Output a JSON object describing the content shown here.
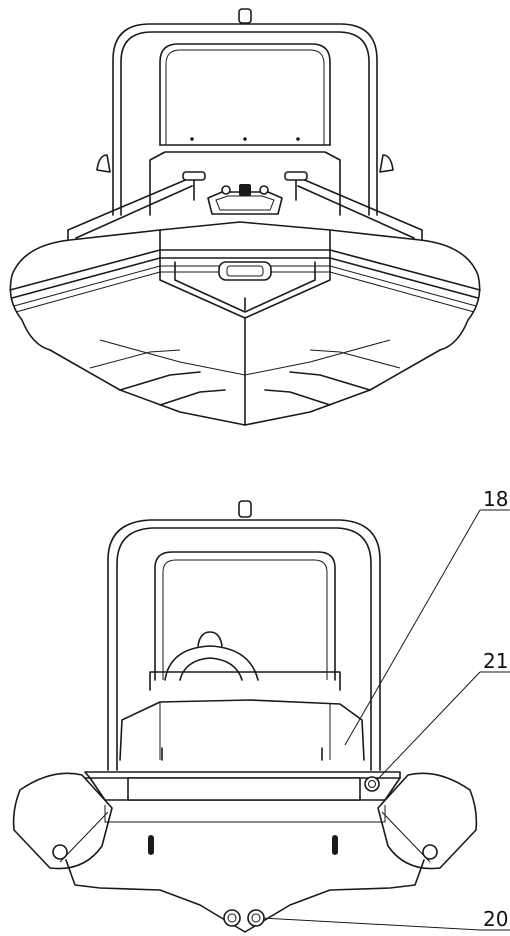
{
  "callouts": [
    {
      "id": "18",
      "text": "18"
    },
    {
      "id": "21",
      "text": "21"
    },
    {
      "id": "20",
      "text": "20"
    }
  ],
  "colors": {
    "line": "#1a1a1a",
    "background": "#ffffff"
  }
}
